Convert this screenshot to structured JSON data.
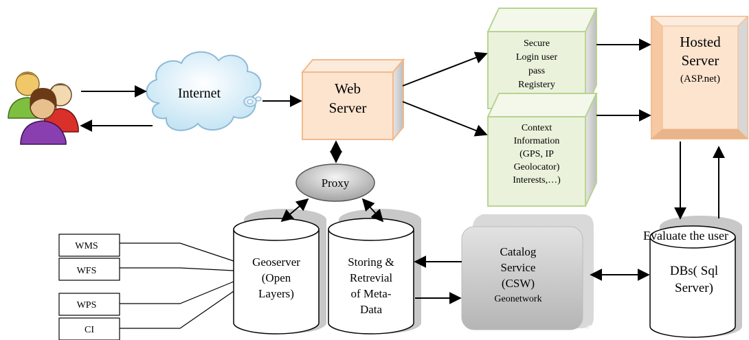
{
  "nodes": {
    "users": {
      "icon": "users-group-icon"
    },
    "internet": {
      "label": "Internet",
      "icon": "cloud-icon"
    },
    "web_server": {
      "lines": [
        "Web",
        "Server"
      ]
    },
    "proxy": {
      "label": "Proxy"
    },
    "secure_login": {
      "lines": [
        "Secure",
        "Login user",
        "pass",
        "Registery"
      ]
    },
    "context_info": {
      "lines": [
        "Context",
        "Information",
        "(GPS, IP",
        "Geolocator)",
        "Interests,…)"
      ]
    },
    "hosted_server": {
      "lines": [
        "Hosted",
        "Server",
        "(ASP.net)"
      ]
    },
    "evaluate": {
      "label": "Evaluate the user"
    },
    "dbs": {
      "lines": [
        "DBs( Sql",
        "Server)"
      ]
    },
    "catalog": {
      "lines": [
        "Catalog",
        "Service",
        "(CSW)",
        "Geonetwork"
      ]
    },
    "storing": {
      "lines": [
        "Storing &",
        "Retrevial",
        "of Meta-",
        "Data"
      ]
    },
    "geoserver": {
      "lines": [
        "Geoserver",
        "(Open",
        "Layers)"
      ]
    },
    "services": [
      "WMS",
      "WFS",
      "WPS",
      "CI"
    ]
  },
  "colors": {
    "cloud_fill": "#cfeaf7",
    "cloud_stroke": "#8fb9d6",
    "web_front": "#fde4cf",
    "web_stroke": "#f2b98a",
    "green_front": "#eaf2dc",
    "green_stroke": "#b8d392",
    "hosted_front": "#fde0c9",
    "box_side": "#cfcfcf",
    "cylinder_shadow": "#c8c8c8",
    "catalog_fill": "#c9c9c9",
    "proxy_fill": "#c4c4c4"
  }
}
